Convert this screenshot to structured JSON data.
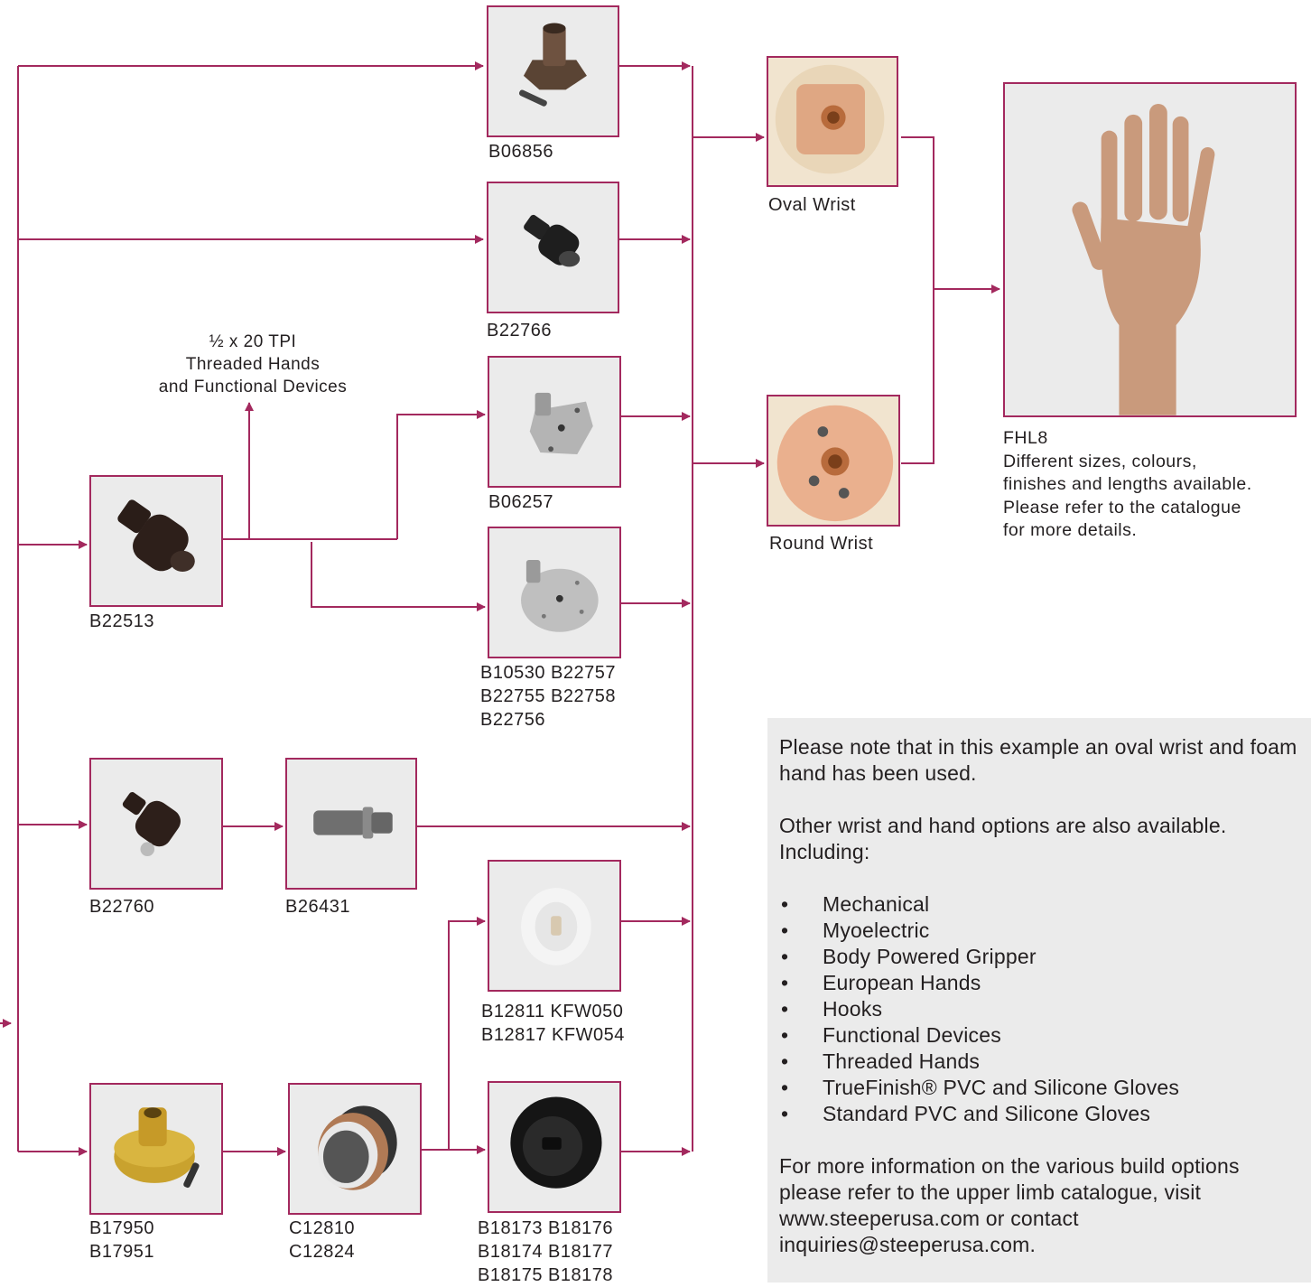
{
  "accent_color": "#a3295e",
  "threaded_label": [
    "½ x 20 TPI",
    "Threaded Hands",
    "and Functional Devices"
  ],
  "parts": {
    "b06856": [
      "B06856"
    ],
    "b22766": [
      "B22766"
    ],
    "b06257": [
      "B06257"
    ],
    "b10530": [
      "B10530  B22757",
      "B22755  B22758",
      "B22756"
    ],
    "b22513": [
      "B22513"
    ],
    "b22760": [
      "B22760"
    ],
    "b26431": [
      "B26431"
    ],
    "b12811": [
      "B12811  KFW050",
      "B12817  KFW054"
    ],
    "b17950": [
      "B17950",
      "B17951"
    ],
    "c12810": [
      "C12810",
      "C12824"
    ],
    "b18173": [
      "B18173  B18176",
      "B18174  B18177",
      "B18175  B18178"
    ],
    "oval_wrist": [
      "Oval Wrist"
    ],
    "round_wrist": [
      "Round Wrist"
    ],
    "fhl8": [
      "FHL8",
      "Different sizes, colours,",
      "finishes and lengths available.",
      "Please refer to the catalogue",
      "for more details."
    ]
  },
  "note": {
    "p1": "Please note that in this example an oval wrist and foam hand has been used.",
    "p2": "Other wrist and hand options are also available. Including:",
    "items": [
      "Mechanical",
      "Myoelectric",
      "Body Powered Gripper",
      "European Hands",
      "Hooks",
      "Functional Devices",
      "Threaded Hands",
      "TrueFinish® PVC and Silicone Gloves",
      "Standard PVC and Silicone Gloves"
    ],
    "p3": "For more information on the various build options please refer to the upper limb catalogue, visit www.steeperusa.com or contact inquiries@steeperusa.com."
  }
}
